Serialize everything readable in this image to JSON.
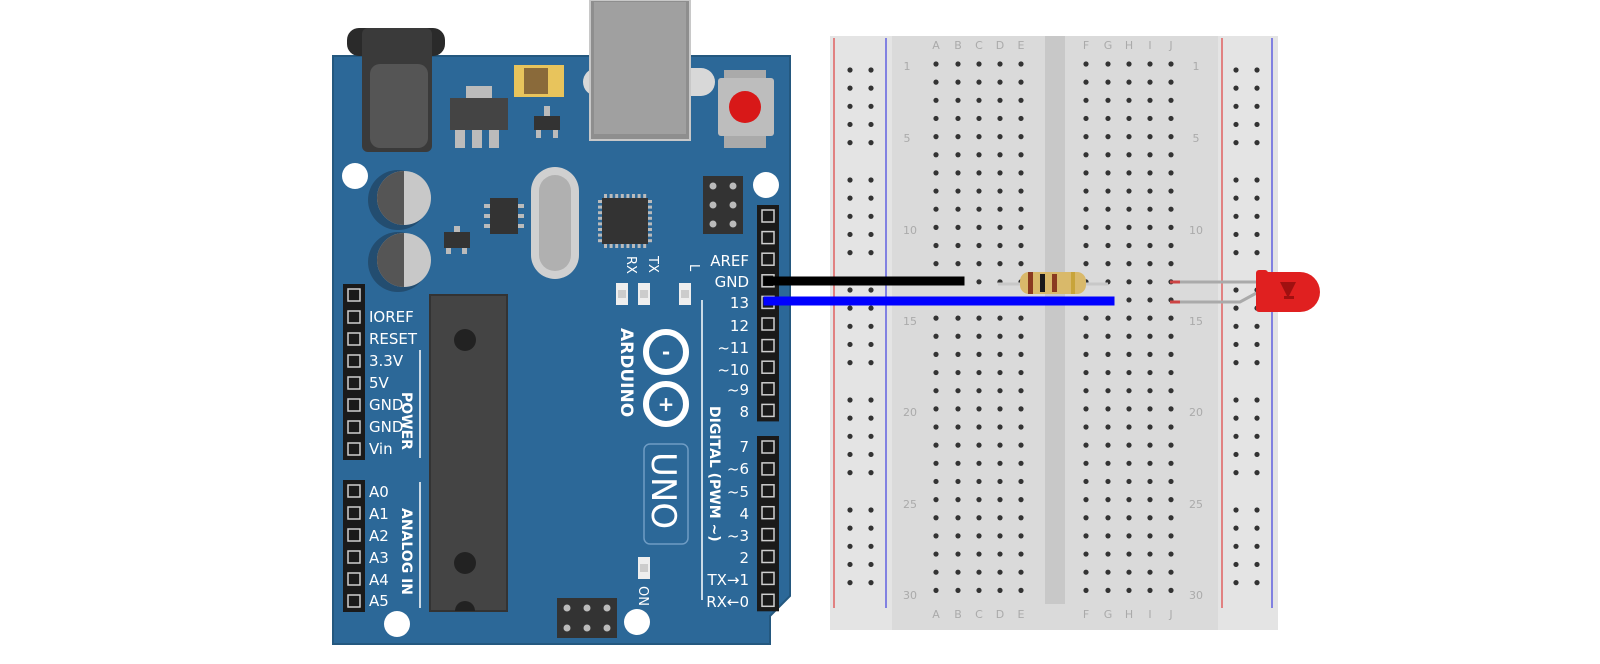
{
  "colors": {
    "board": "#2c6898",
    "board_edge": "#24587f",
    "header": "#1a1a1a",
    "chip": "#444444",
    "breadboard": "#e4e4e4",
    "rail_red": "#e06060",
    "rail_blue": "#6060e0",
    "hole": "#333333",
    "wire_gnd": "#000000",
    "wire_13": "#0000ff",
    "led": "#e02020",
    "resistor_body": "#d9b96a"
  },
  "board": {
    "brand": "ARDUINO",
    "model": "UNO",
    "led_labels": [
      "RX",
      "TX",
      "L"
    ],
    "on_label": "ON",
    "top_header_labels": [
      "AREF",
      "GND",
      "13",
      "12",
      "~11",
      "~10",
      "~9",
      "8"
    ],
    "bottom_header_labels": [
      "7",
      "~6",
      "~5",
      "4",
      "~3",
      "2",
      "TX→1",
      "RX←0"
    ],
    "power_labels": [
      "IOREF",
      "RESET",
      "3.3V",
      "5V",
      "GND",
      "GND",
      "Vin"
    ],
    "power_title": "POWER",
    "analog_labels": [
      "A0",
      "A1",
      "A2",
      "A3",
      "A4",
      "A5"
    ],
    "analog_title": "ANALOG IN",
    "digital_title": "DIGITAL (PWM ~)"
  },
  "breadboard": {
    "column_letters_left": [
      "A",
      "B",
      "C",
      "D",
      "E"
    ],
    "column_letters_right": [
      "F",
      "G",
      "H",
      "I",
      "J"
    ],
    "row_numbers": [
      "1",
      "5",
      "10",
      "15",
      "20",
      "25",
      "30"
    ],
    "rows": 30
  },
  "components": {
    "wire_gnd": "black wire from GND",
    "wire_13": "blue wire from pin 13",
    "resistor": "resistor",
    "led": "red LED"
  }
}
